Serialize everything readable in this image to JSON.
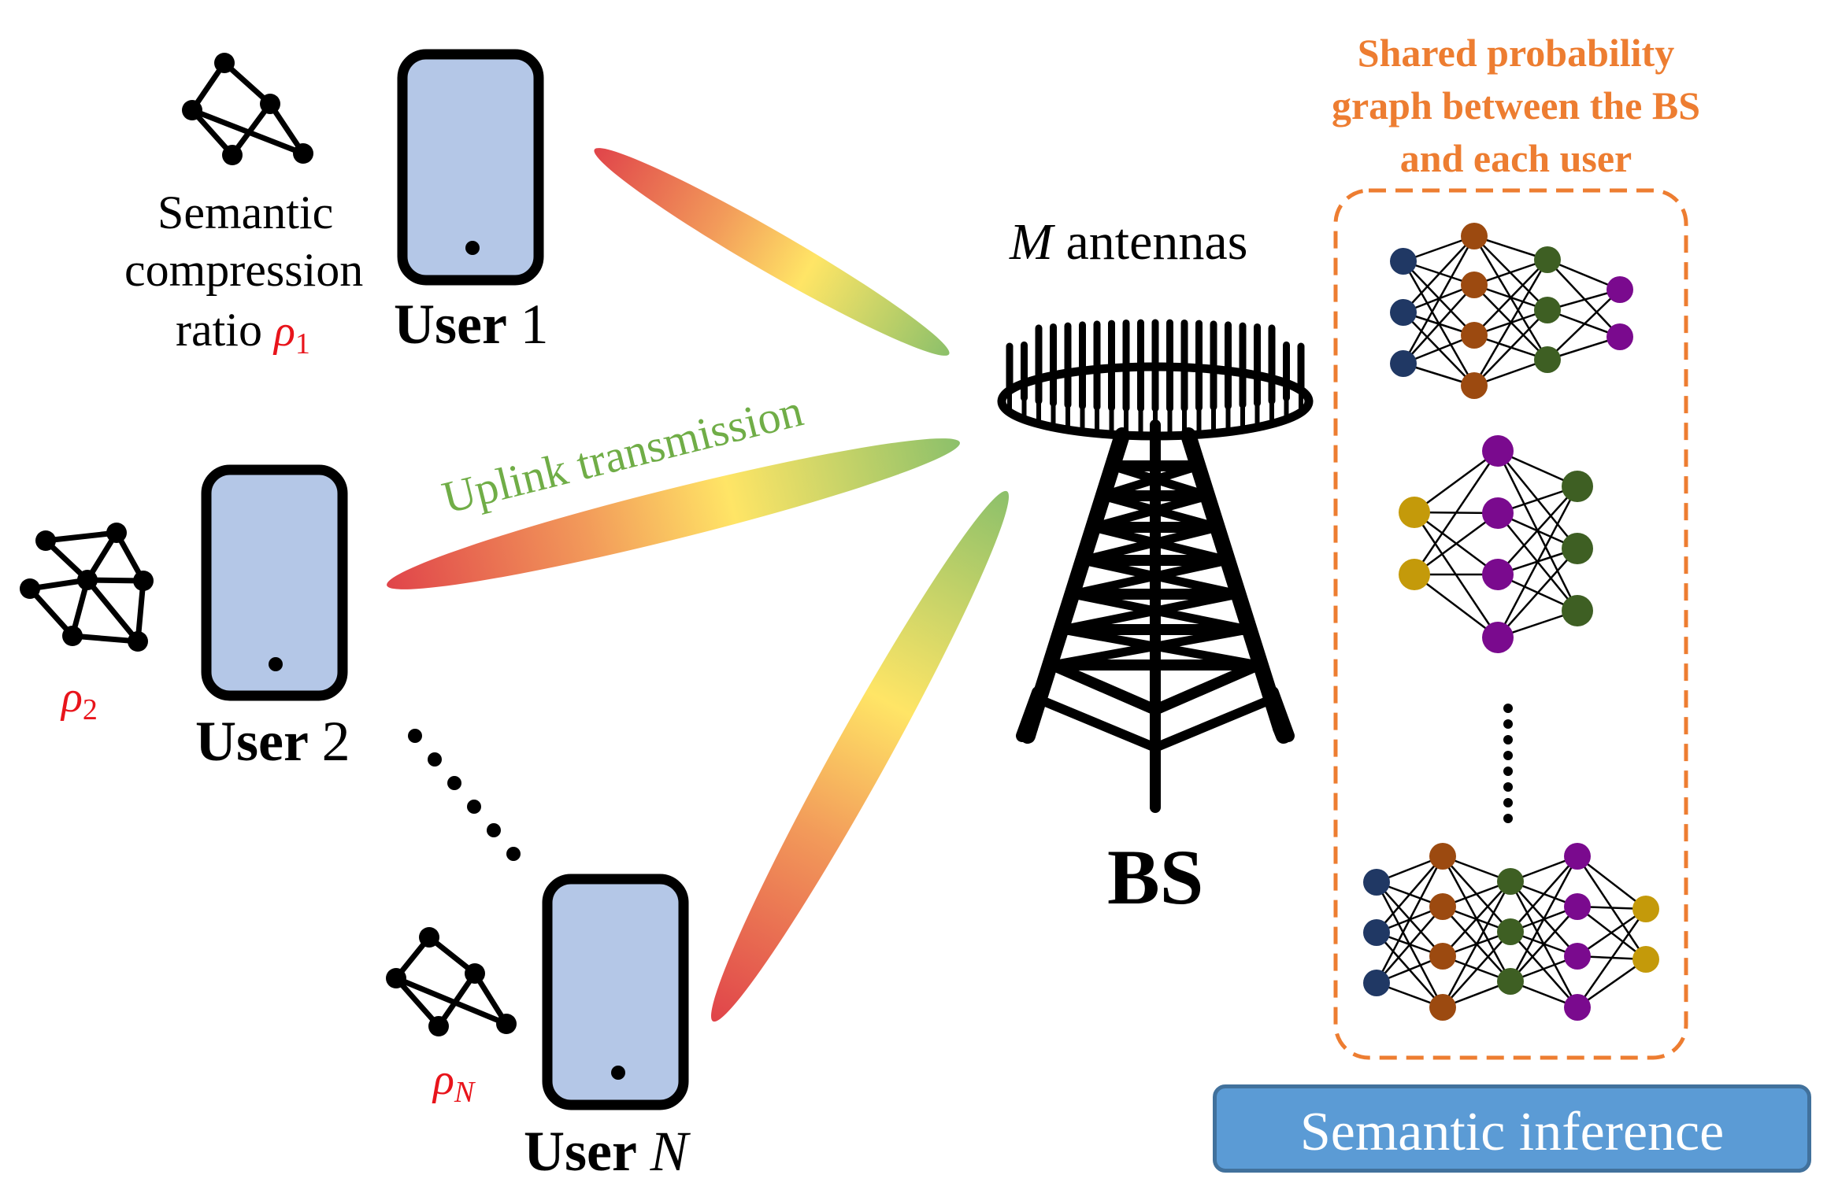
{
  "labels": {
    "semantic_line1": "Semantic",
    "semantic_line2": "compression",
    "semantic_line3": "ratio",
    "rho_symbol": "ρ",
    "rho_sub_1": "1",
    "rho_sub_2": "2",
    "rho_sub_n": "N",
    "user1_word": "User",
    "user1_num": "1",
    "user2_word": "User",
    "user2_num": "2",
    "usern_word": "User",
    "usern_num": "N",
    "uplink": "Uplink transmission",
    "antennas_var": "M",
    "antennas_word": "antennas",
    "bs": "BS",
    "shared_line1": "Shared probability",
    "shared_line2": "graph between the BS",
    "shared_line3": "and each user",
    "inference_button": "Semantic inference"
  },
  "colors": {
    "phone_fill": "#b4c7e7",
    "beam_red": "#e0444a",
    "beam_yellow": "#ffe566",
    "beam_green": "#8cc06a",
    "shared_box": "#ed7d31",
    "uplink_text": "#70ad47",
    "rho_text": "#e8141b",
    "node_navy": "#203864",
    "node_brown": "#9c4a10",
    "node_green": "#3e5f23",
    "node_purple": "#7a0a8e",
    "node_gold": "#c49a0a"
  }
}
